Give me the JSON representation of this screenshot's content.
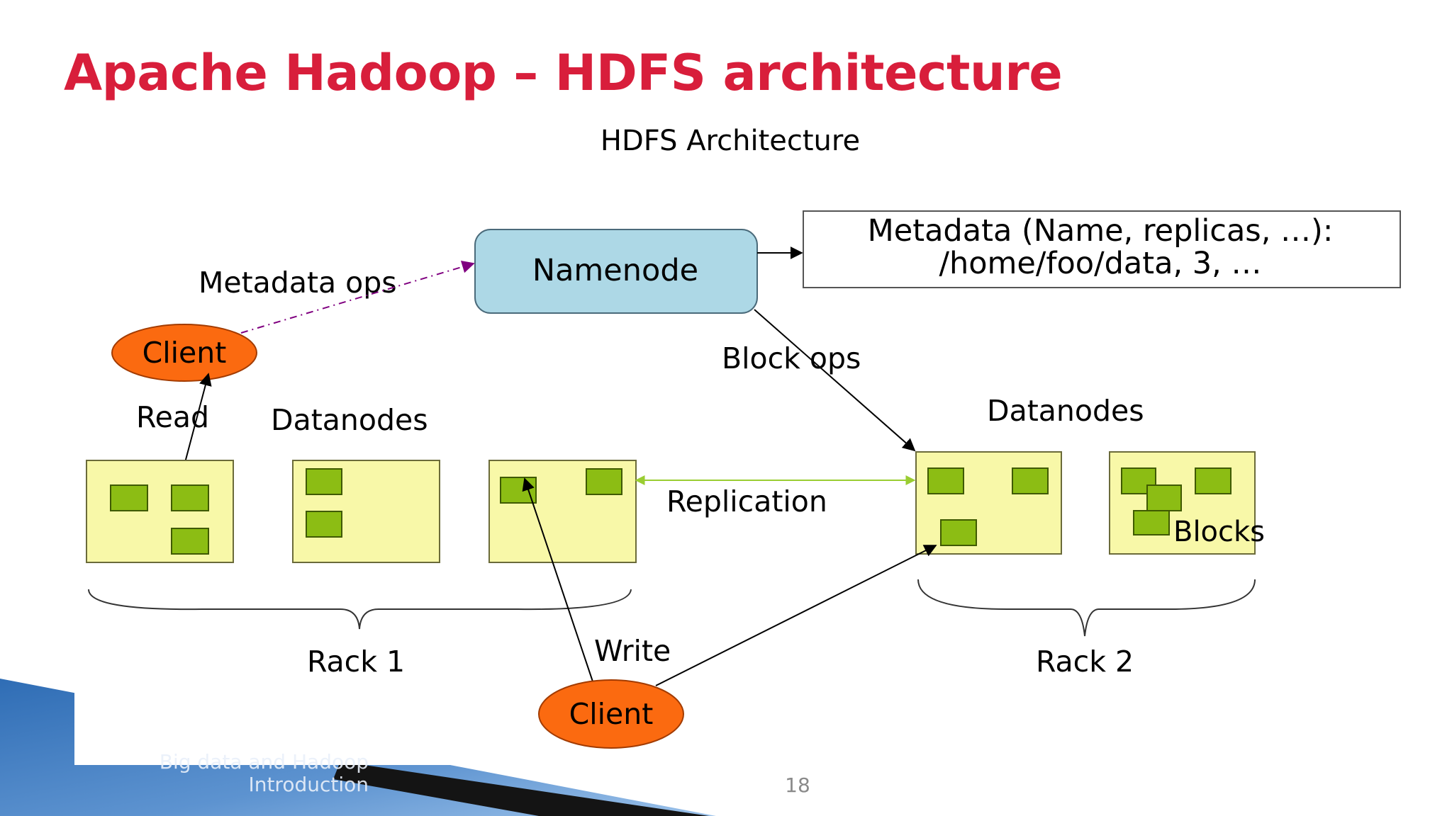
{
  "slide": {
    "title": "Apache Hadoop – HDFS architecture",
    "footer_line1": "Big data and Hadoop",
    "footer_line2": "Introduction",
    "page_number": "18"
  },
  "diagram": {
    "title": "HDFS Architecture",
    "namenode_label": "Namenode",
    "metadata_line1": "Metadata (Name, replicas, …):",
    "metadata_line2": "/home/foo/data, 3, …",
    "metadata_ops_label": "Metadata ops",
    "block_ops_label": "Block ops",
    "client_top_label": "Client",
    "client_bottom_label": "Client",
    "read_label": "Read",
    "write_label": "Write",
    "datanodes_left_label": "Datanodes",
    "datanodes_right_label": "Datanodes",
    "replication_label": "Replication",
    "blocks_label": "Blocks",
    "rack1_label": "Rack 1",
    "rack2_label": "Rack 2"
  },
  "colors": {
    "title_red": "#d81e3b",
    "namenode_fill": "#add8e6",
    "datanode_fill": "#f8f8a8",
    "block_fill": "#8cbd14",
    "client_fill": "#fb6a10",
    "replication_line": "#9acd32",
    "metadata_ops_arrow": "#800080"
  }
}
